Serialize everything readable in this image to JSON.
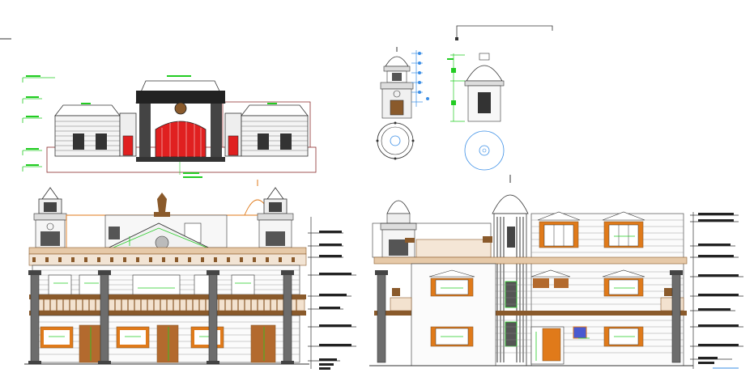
{
  "palette": {
    "line": "#333333",
    "green": "#22cc22",
    "red": "#e02020",
    "orange": "#e07a1a",
    "brown": "#8a5a2b",
    "blue": "#3a8ee6",
    "dark": "#222222",
    "grey": "#777777",
    "maroon": "#8b2a2a"
  },
  "drawings": [
    {
      "id": "front-elevation-small",
      "kind": "elevation"
    },
    {
      "id": "dome-detail-left",
      "kind": "detail"
    },
    {
      "id": "dome-detail-right",
      "kind": "detail"
    },
    {
      "id": "dome-plan-left",
      "kind": "plan"
    },
    {
      "id": "dome-plan-right",
      "kind": "plan"
    },
    {
      "id": "front-elevation-large",
      "kind": "elevation"
    },
    {
      "id": "side-elevation-large",
      "kind": "elevation"
    }
  ],
  "annotations": {
    "level_tags_left": [
      "",
      "",
      "",
      "",
      "",
      "",
      "",
      ""
    ],
    "level_tags_right": [
      "",
      "",
      "",
      "",
      "",
      "",
      "",
      ""
    ]
  }
}
